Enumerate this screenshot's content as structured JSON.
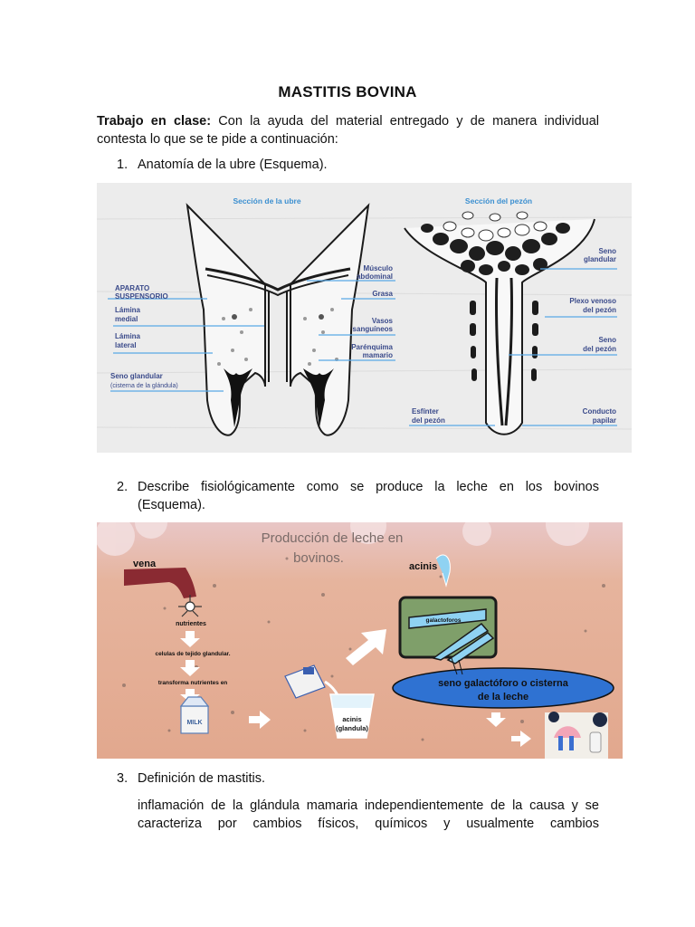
{
  "document": {
    "title": "MASTITIS BOVINA",
    "intro": {
      "label": "Trabajo en clase:",
      "text": " Con la ayuda del material entregado y de manera individual contesta lo que se te pide a continuación:"
    },
    "items": [
      {
        "num": "1.",
        "text": "Anatomía de la ubre (Esquema)."
      },
      {
        "num": "2.",
        "text": "Describe fisiológicamente como se produce la leche en los bovinos (Esquema)."
      },
      {
        "num": "3.",
        "text": "Definición de mastitis."
      }
    ],
    "answer3": "inflamación de la glándula mamaria independientemente de la causa y se caracteriza por cambios físicos, químicos y usualmente cambios"
  },
  "figure1": {
    "left_title": "Sección de la ubre",
    "right_title": "Sección del pezón",
    "left_labels": {
      "aparato_1": "APARATO",
      "aparato_2": "SUSPENSORIO",
      "lamina_medial_1": "Lámina",
      "lamina_medial_2": "medial",
      "lamina_lateral_1": "Lámina",
      "lamina_lateral_2": "lateral",
      "seno_1": "Seno glandular",
      "seno_2": "(cisterna de la glándula)"
    },
    "mid_labels": {
      "musculo_1": "Músculo",
      "musculo_2": "abdominal",
      "grasa": "Grasa",
      "vasos_1": "Vasos",
      "vasos_2": "sanguíneos",
      "parenquima_1": "Parénquima",
      "parenquima_2": "mamario"
    },
    "right_labels": {
      "seno_gl_1": "Seno",
      "seno_gl_2": "glandular",
      "plexo_1": "Plexo venoso",
      "plexo_2": "del pezón",
      "seno_pezon_1": "Seno",
      "seno_pezon_2": "del pezón",
      "conducto_1": "Conducto",
      "conducto_2": "papilar",
      "esfinter_1": "Esfínter",
      "esfinter_2": "del pezón"
    },
    "colors": {
      "label": "#3a4a8a",
      "title": "#3b8fd0",
      "line": "#5aa9e6",
      "bg": "#ececec"
    }
  },
  "figure2": {
    "title_1": "Producción de leche en",
    "title_2": "bovinos.",
    "vena": "vena",
    "nutrientes": "nutrientes",
    "celulas": "celulas de tejido glandular.",
    "transforma": "transforma nutrientes en",
    "milk": "MILK",
    "acinis_top": "acinis",
    "galactoforos": "galactoforos",
    "seno_1": "seno galactóforo o cisterna",
    "seno_2": "de la leche",
    "acinis_bottom_1": "acinis",
    "acinis_bottom_2": "(glandula)",
    "colors": {
      "bg": "#e6b49d",
      "title": "#7a6b68",
      "vena": "#8a2a32",
      "blue": "#2f72d2",
      "green": "#7f9f6a"
    }
  }
}
